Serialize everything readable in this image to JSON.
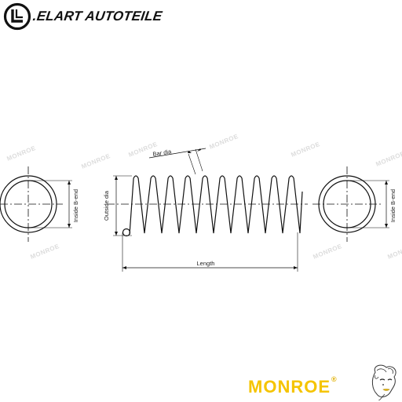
{
  "header": {
    "brand_name": ".ELART AUTOTEILE",
    "logo_icon": "elart-logo-icon"
  },
  "drawing": {
    "labels": {
      "bar_dia": "Bar dia",
      "outside_dia": "Outside dia",
      "length": "Length",
      "inside_b_end_left": "Inside B-end",
      "inside_b_end_right": "Inside B-end"
    },
    "watermark": "MONROE",
    "coil_turns": 10
  },
  "footer": {
    "brand": "MONROE",
    "registered": "®",
    "mascot_icon": "marilyn-face-icon"
  },
  "colors": {
    "line": "#111111",
    "watermark": "#dcdcdc",
    "monroe_yellow": "#f5c400",
    "monroe_yellow_reg": "#e0b000"
  }
}
